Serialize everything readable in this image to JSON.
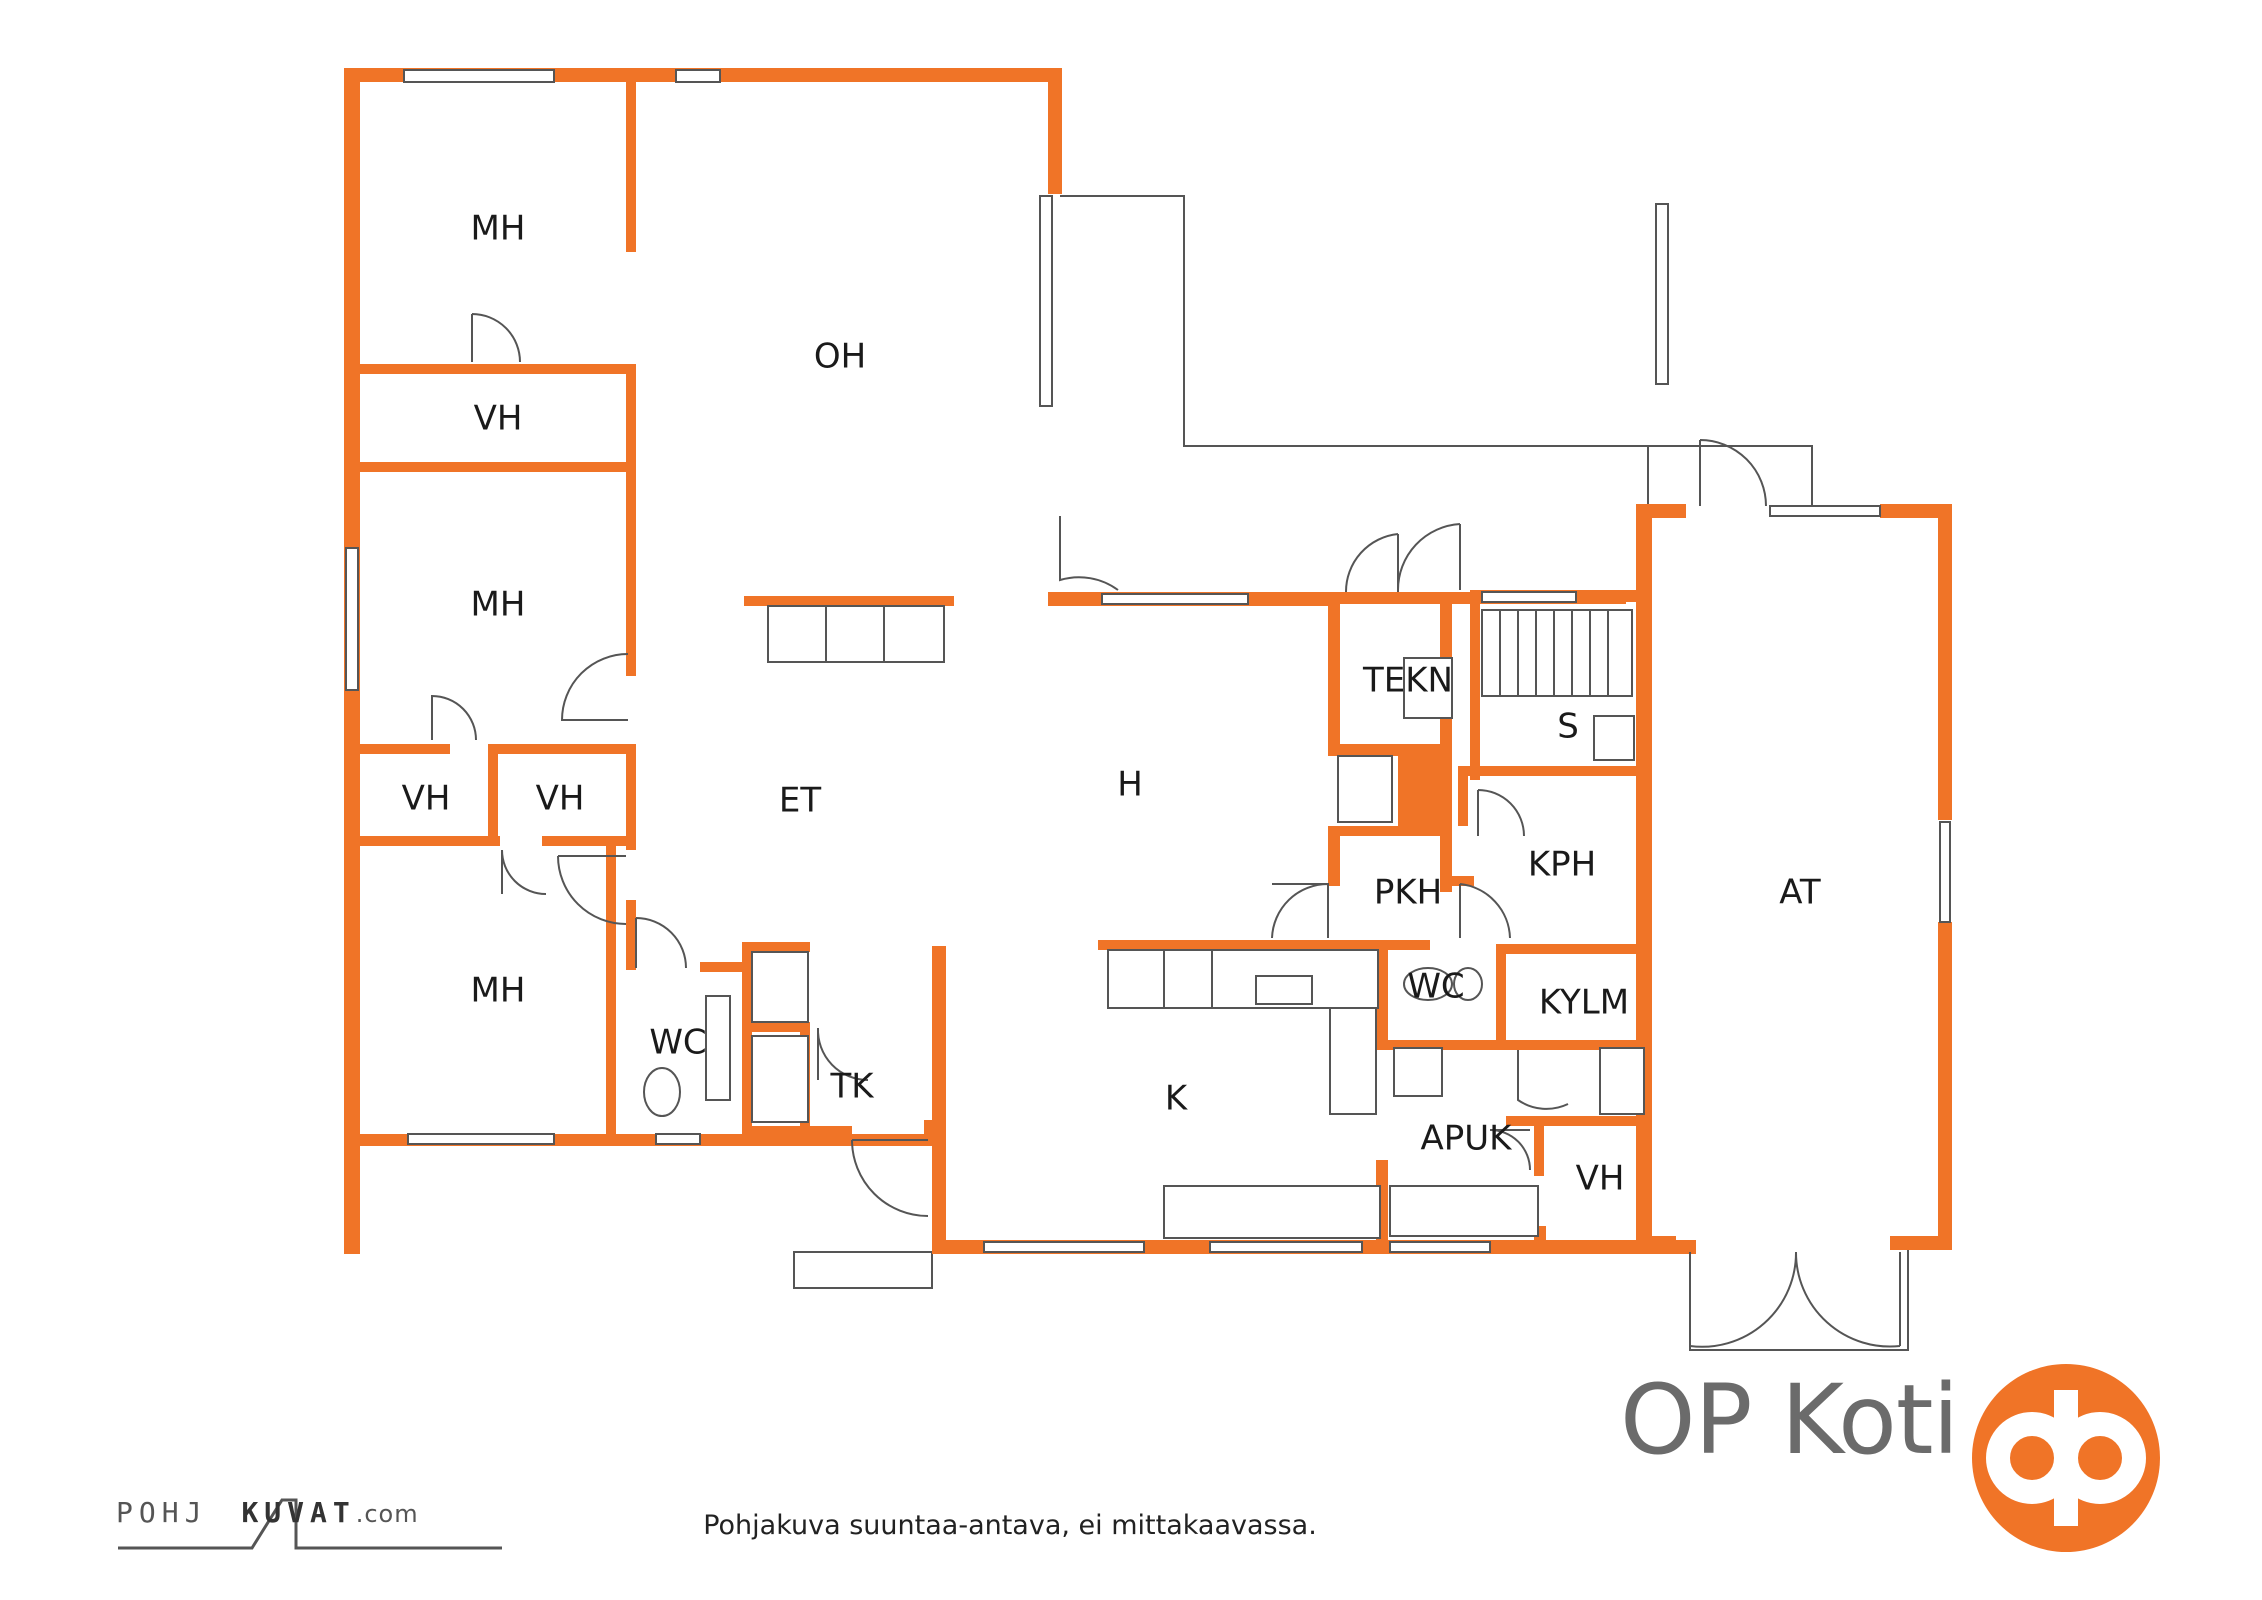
{
  "rooms": {
    "mh_top": "MH",
    "vh_top": "VH",
    "oh": "OH",
    "mh_mid": "MH",
    "vh_left": "VH",
    "vh_mid": "VH",
    "et": "ET",
    "h": "H",
    "mh_bottom": "MH",
    "wc_left": "WC",
    "tk": "TK",
    "k": "K",
    "tekn": "TEKN",
    "s": "S",
    "kph": "KPH",
    "pkh": "PKH",
    "wc_right": "WC",
    "kylm": "KYLM",
    "apuk": "APUK",
    "vh_right": "VH",
    "at": "AT"
  },
  "branding": {
    "logo_text": "OP Koti",
    "logo_color": "#f07427"
  },
  "footer": {
    "disclaimer": "Pohjakuva suuntaa-antava, ei mittakaavassa.",
    "credit_part1": "POHJ",
    "credit_part2": "KUVAT",
    "credit_part3": ".com"
  },
  "colors": {
    "wall": "#f07427",
    "line": "#555555"
  }
}
